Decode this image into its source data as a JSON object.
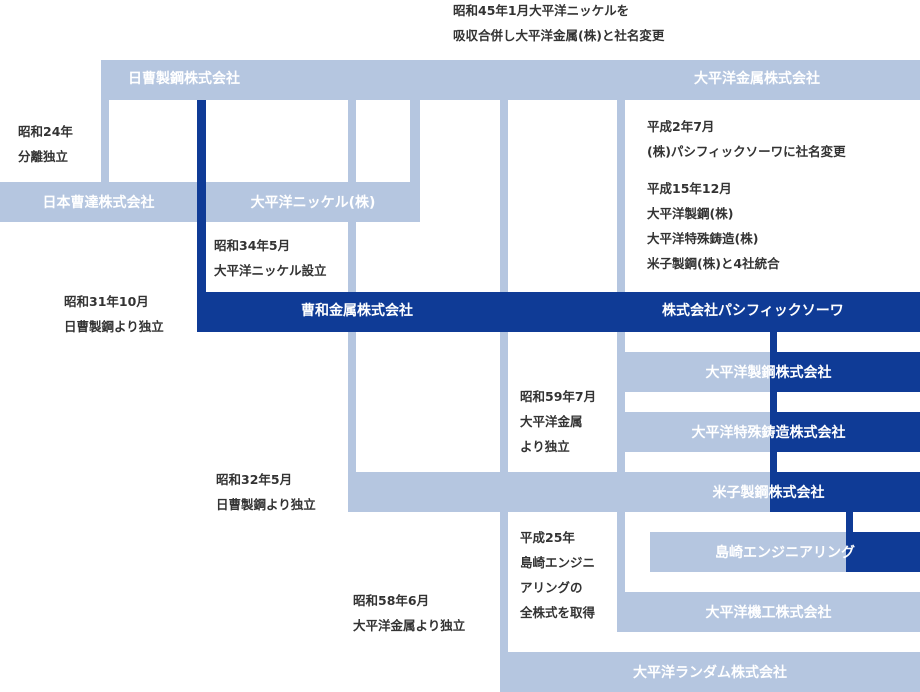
{
  "colors": {
    "light": "#b5c6e0",
    "dark": "#0f3b96",
    "text": "#333333"
  },
  "companies": {
    "nisso_steel": "日曹製鋼株式会社",
    "taiheiyo_kinzoku": "大平洋金属株式会社",
    "nihon_soda": "日本曹達株式会社",
    "taiheiyo_nickel": "大平洋ニッケル(株)",
    "sowa_kinzoku": "曹和金属株式会社",
    "pacific_sowa": "株式会社パシフィックソーワ",
    "taiheiyo_steel": "大平洋製鋼株式会社",
    "taiheiyo_casting": "大平洋特殊鋳造株式会社",
    "yonago_steel": "米子製鋼株式会社",
    "shimazaki": "島崎エンジニアリング",
    "taiheiyo_machinery": "大平洋機工株式会社",
    "taiheiyo_random": "大平洋ランダム株式会社"
  },
  "notes": {
    "s45": [
      "昭和45年1月大平洋ニッケルを",
      "吸収合併し大平洋金属(株)と社名変更"
    ],
    "s24": [
      "昭和24年",
      "分離独立"
    ],
    "h2": [
      "平成2年7月",
      "(株)パシフィックソーワに社名変更"
    ],
    "h15": [
      "平成15年12月",
      "大平洋製鋼(株)",
      "大平洋特殊鋳造(株)",
      "米子製鋼(株)と4社統合"
    ],
    "s34": [
      "昭和34年5月",
      "大平洋ニッケル設立"
    ],
    "s31": [
      "昭和31年10月",
      "日曹製鋼より独立"
    ],
    "s59": [
      "昭和59年7月",
      "大平洋金属",
      "より独立"
    ],
    "s32": [
      "昭和32年5月",
      "日曹製鋼より独立"
    ],
    "h25": [
      "平成25年",
      "島崎エンジニ",
      "アリングの",
      "全株式を取得"
    ],
    "s58": [
      "昭和58年6月",
      "大平洋金属より独立"
    ]
  }
}
